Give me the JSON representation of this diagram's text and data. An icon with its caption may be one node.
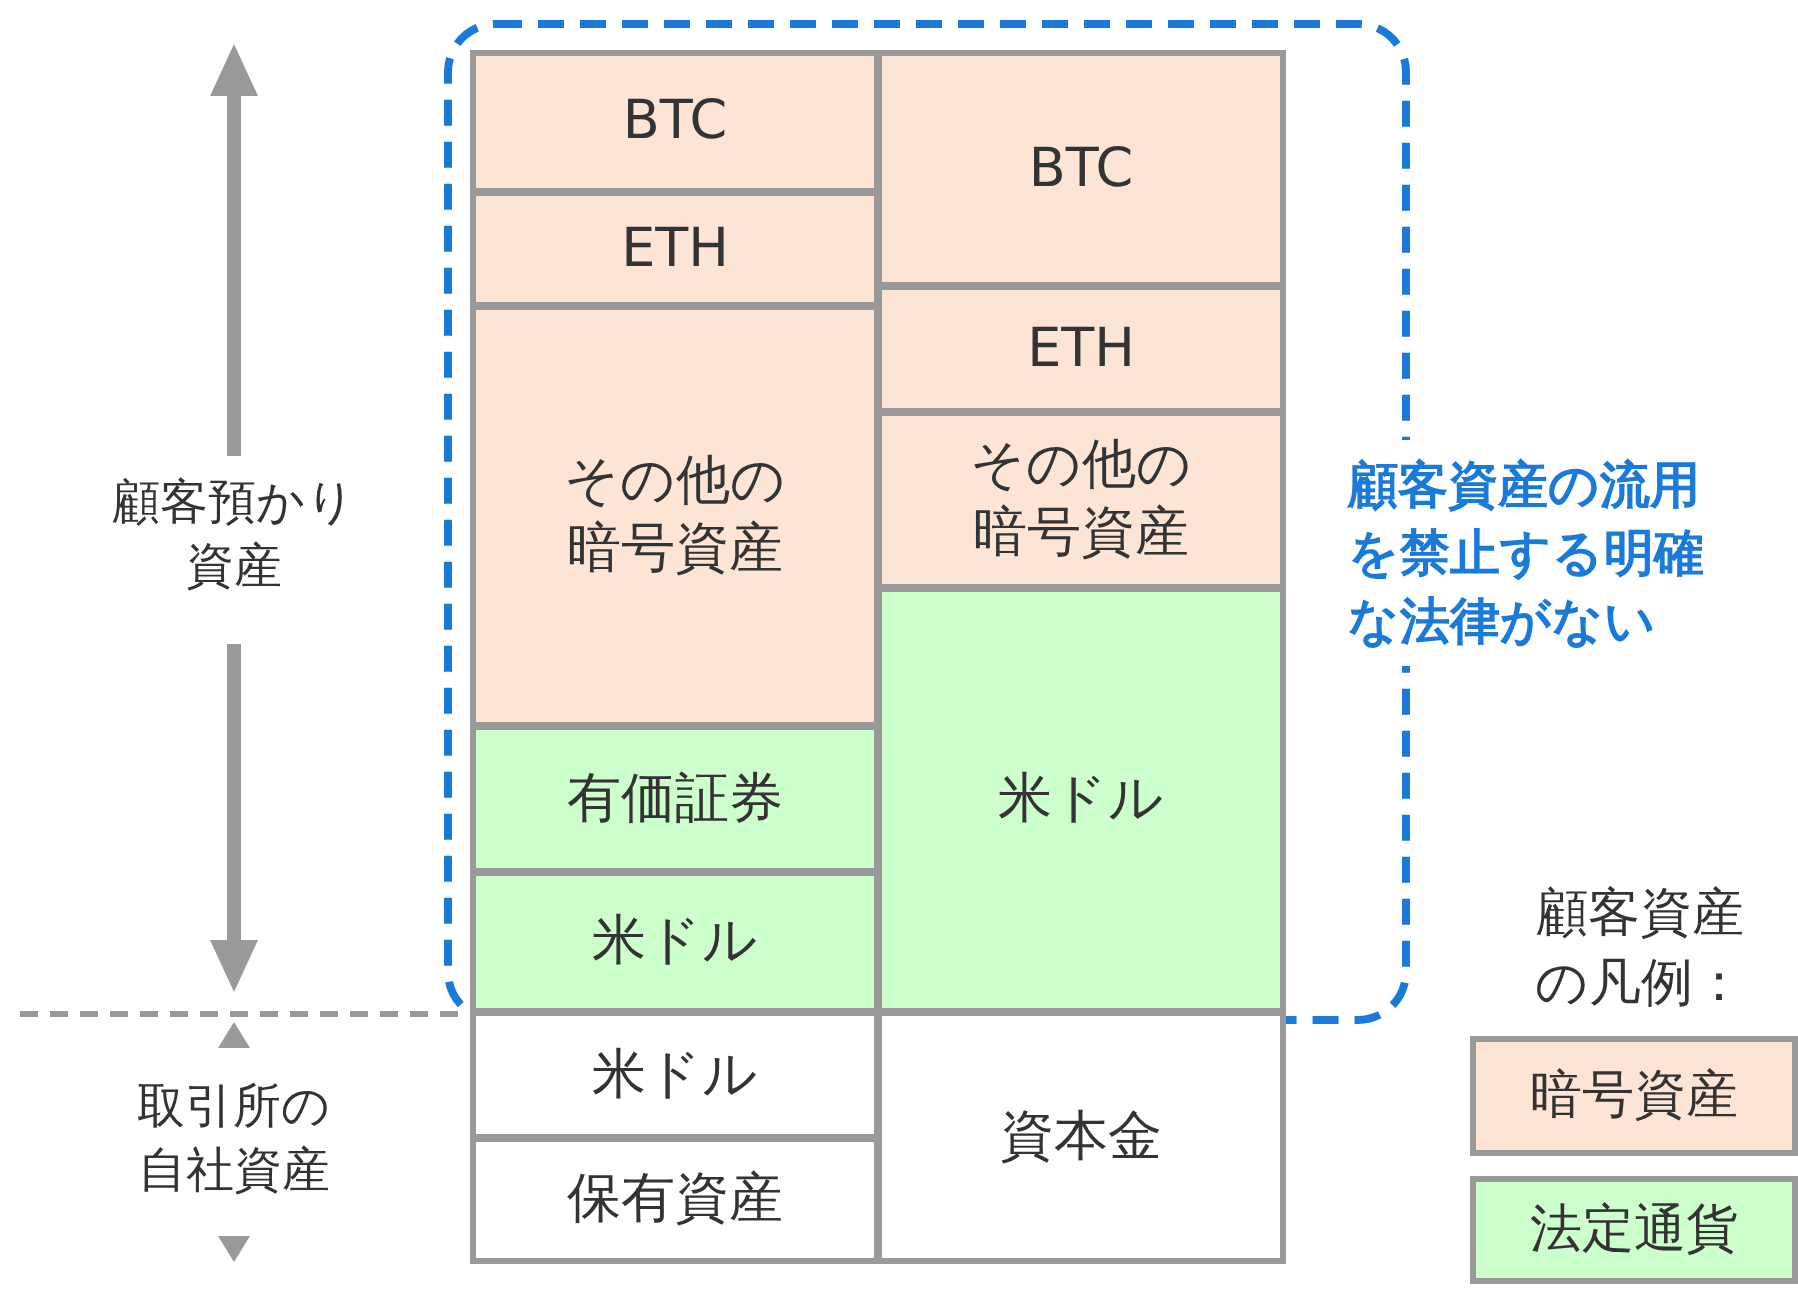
{
  "diagram": {
    "nodes": [
      {
        "text": [
          "顧客資産の流用を禁止する明確な法律がない"
        ]
      },
      {
        "text": [
          "BTC"
        ],
        "in": 0
      },
      {
        "text": [
          "ETH"
        ],
        "in": 0
      },
      {
        "text": [
          "その他の暗号資産"
        ],
        "in": 0
      },
      {
        "text": [
          "有価証券"
        ],
        "in": 0
      },
      {
        "text": [
          "米ドル"
        ],
        "in": 0
      },
      {
        "text": [
          "BTC"
        ],
        "in": 0
      },
      {
        "text": [
          "ETH"
        ],
        "in": 0
      },
      {
        "text": [
          "その他の暗号資産"
        ],
        "in": 0
      },
      {
        "text": [
          "米ドル"
        ],
        "in": 0
      },
      {
        "text": [
          "米ドル"
        ]
      },
      {
        "text": [
          "保有資産"
        ]
      },
      {
        "text": [
          "資本金"
        ]
      }
    ],
    "labels": [
      "顧客預かり資産",
      "取引所の自社資産",
      "顧客資産の凡例："
    ],
    "legend": [
      {
        "text": "暗号資産",
        "color": "#fde5d6"
      },
      {
        "text": "法定通貨",
        "color": "#ccffcc"
      }
    ]
  }
}
